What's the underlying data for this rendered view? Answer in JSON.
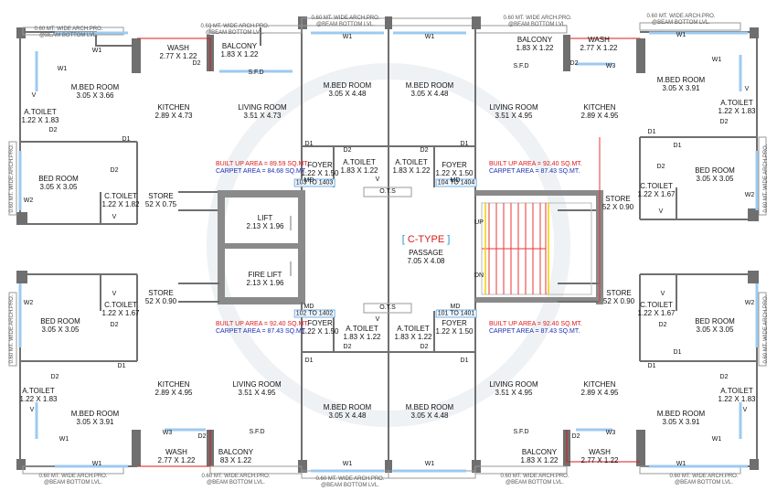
{
  "plan_title": "C-TYPE",
  "passage": {
    "name": "PASSAGE",
    "dim": "7.05 X 4.08"
  },
  "stairs": {
    "up": "UP",
    "dn": "DN"
  },
  "lift": {
    "name": "LIFT",
    "dim": "2.13 X 1.96"
  },
  "fire_lift": {
    "name": "FIRE LIFT",
    "dim": "2.13 X 1.96"
  },
  "arch_note_1": "0.60 MT. WIDE ARCH.PRO.",
  "arch_note_2": "@BEAM BOTTOM LVL.",
  "flats": [
    "103 TO 1403",
    "104 TO 1404",
    "102 TO 1402",
    "101 TO 1401"
  ],
  "areas": {
    "tl": {
      "built": "BUILT UP AREA = 89.59 SQ.MT.",
      "carpet": "CARPET AREA   = 84.68 SQ.MT."
    },
    "tr": {
      "built": "BUILT UP AREA = 92.40 SQ.MT.",
      "carpet": "CARPET AREA   = 87.43 SQ.MT."
    },
    "bl": {
      "built": "BUILT UP AREA = 92.40 SQ.MT.",
      "carpet": "CARPET AREA   = 87.43 SQ.MT."
    },
    "br": {
      "built": "BUILT UP AREA = 92.40 SQ.MT.",
      "carpet": "CARPET AREA   = 87.43 SQ.MT."
    }
  },
  "rooms": {
    "tl_wash": {
      "n": "WASH",
      "d": "2.77 X 1.22"
    },
    "tl_balcony": {
      "n": "BALCONY",
      "d": "1.83 X 1.22"
    },
    "tl_mbed": {
      "n": "M.BED ROOM",
      "d": "3.05 X 3.66"
    },
    "tl_toilet": {
      "n": "A.TOILET",
      "d": "1.22 X 1.83"
    },
    "tl_kitchen": {
      "n": "KITCHEN",
      "d": "2.89 X 4.73"
    },
    "tl_living": {
      "n": "LIVING ROOM",
      "d": "3.51 X 4.73"
    },
    "tl_bed": {
      "n": "BED ROOM",
      "d": "3.05 X 3.05"
    },
    "tl_ctoilet": {
      "n": "C.TOILET",
      "d": "1.22 X 1.82"
    },
    "tl_store": {
      "n": "STORE",
      "d": "52 X 0.75"
    },
    "tl_mbed2": {
      "n": "M.BED ROOM",
      "d": "3.05 X 4.48"
    },
    "tl_atoilet2": {
      "n": "A.TOILET",
      "d": "1.83 X 1.22"
    },
    "tl_foyer": {
      "n": "FOYER",
      "d": "1.22 X 1.50"
    },
    "tr_mbed2": {
      "n": "M.BED ROOM",
      "d": "3.05 X 4.48"
    },
    "tr_atoilet2": {
      "n": "A.TOILET",
      "d": "1.83 X 1.22"
    },
    "tr_foyer": {
      "n": "FOYER",
      "d": "1.22 X 1.50"
    },
    "tr_balcony": {
      "n": "BALCONY",
      "d": "1.83 X 1.22"
    },
    "tr_wash": {
      "n": "WASH",
      "d": "2.77 X 1.22"
    },
    "tr_living": {
      "n": "LIVING ROOM",
      "d": "3.51 X 4.95"
    },
    "tr_kitchen": {
      "n": "KITCHEN",
      "d": "2.89 X 4.95"
    },
    "tr_mbed": {
      "n": "M.BED ROOM",
      "d": "3.05 X 3.91"
    },
    "tr_toilet": {
      "n": "A.TOILET",
      "d": "1.22 X 1.83"
    },
    "tr_bed": {
      "n": "BED ROOM",
      "d": "3.05 X 3.05"
    },
    "tr_ctoilet": {
      "n": "C.TOILET",
      "d": "1.22 X 1.67"
    },
    "tr_store": {
      "n": "STORE",
      "d": "52 X 0.90"
    },
    "bl_store": {
      "n": "STORE",
      "d": "52 X 0.90"
    },
    "bl_ctoilet": {
      "n": "C.TOILET",
      "d": "1.22 X 1.67"
    },
    "bl_bed": {
      "n": "BED ROOM",
      "d": "3.05 X 3.05"
    },
    "bl_toilet": {
      "n": "A.TOILET",
      "d": "1.22 X 1.83"
    },
    "bl_mbed": {
      "n": "M.BED ROOM",
      "d": "3.05 X 3.91"
    },
    "bl_kitchen": {
      "n": "KITCHEN",
      "d": "2.89 X 4.95"
    },
    "bl_living": {
      "n": "LIVING ROOM",
      "d": "3.51 X 4.95"
    },
    "bl_wash": {
      "n": "WASH",
      "d": "2.77 X 1.22"
    },
    "bl_balcony": {
      "n": "BALCONY",
      "d": "83 X 1.22"
    },
    "bl_atoilet2": {
      "n": "A.TOILET",
      "d": "1.83 X 1.22"
    },
    "bl_foyer": {
      "n": "FOYER",
      "d": "1.22 X 1.50"
    },
    "bl_mbed2": {
      "n": "M.BED ROOM",
      "d": "3.05 X 4.48"
    },
    "br_atoilet2": {
      "n": "A.TOILET",
      "d": "1.83 X 1.22"
    },
    "br_foyer": {
      "n": "FOYER",
      "d": "1.22 X 1.50"
    },
    "br_mbed2": {
      "n": "M.BED ROOM",
      "d": "3.05 X 4.48"
    },
    "br_living": {
      "n": "LIVING ROOM",
      "d": "3.51 X 4.95"
    },
    "br_kitchen": {
      "n": "KITCHEN",
      "d": "2.89 X 4.95"
    },
    "br_store": {
      "n": "STORE",
      "d": "52 X 0.90"
    },
    "br_ctoilet": {
      "n": "C.TOILET",
      "d": "1.22 X 1.67"
    },
    "br_bed": {
      "n": "BED ROOM",
      "d": "3.05 X 3.05"
    },
    "br_toilet": {
      "n": "A.TOILET",
      "d": "1.22 X 1.83"
    },
    "br_mbed": {
      "n": "M.BED ROOM",
      "d": "3.05 X 3.91"
    },
    "br_balcony": {
      "n": "BALCONY",
      "d": "1.83 X 1.22"
    },
    "br_wash": {
      "n": "WASH",
      "d": "2.77 X 1.22"
    }
  },
  "tags": {
    "D1": "D1",
    "D2": "D2",
    "W1": "W1",
    "W2": "W2",
    "W3": "W3",
    "V": "V",
    "MD": "MD",
    "SFD": "S.F.D",
    "OTS": "O.T.S"
  },
  "colors": {
    "wall": "#6f6f6f",
    "built_up": "#d81b1b",
    "carpet": "#1f2fb4",
    "window": "#9ccaf0",
    "stair": "#e33"
  }
}
